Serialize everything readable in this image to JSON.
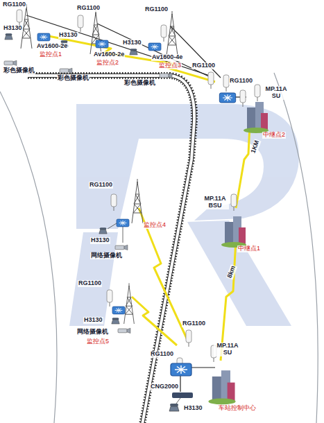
{
  "diagram": {
    "labels": [
      "RG1100",
      "RG1100",
      "RG1100",
      "H3130",
      "H3130",
      "H3130",
      "Av1600-2e",
      "Av1600-2e",
      "Av1600-4e",
      "监控点1",
      "监控点2",
      "监控点3",
      "彩色摄像机",
      "彩色摄像机",
      "彩色摄像机",
      "RG1100",
      "RG1100",
      "MP.11A SU",
      "中继点2",
      "1KM",
      "MP.11A BSU",
      "中继点1",
      "8km",
      "RG1100",
      "H3130",
      "网络摄像机",
      "监控点4",
      "RG1100",
      "H3130",
      "网络摄像机",
      "监控点5",
      "RG1100",
      "RG1100",
      "MP.11A SU",
      "CNG2000",
      "H3130",
      "车站控制中心"
    ]
  }
}
